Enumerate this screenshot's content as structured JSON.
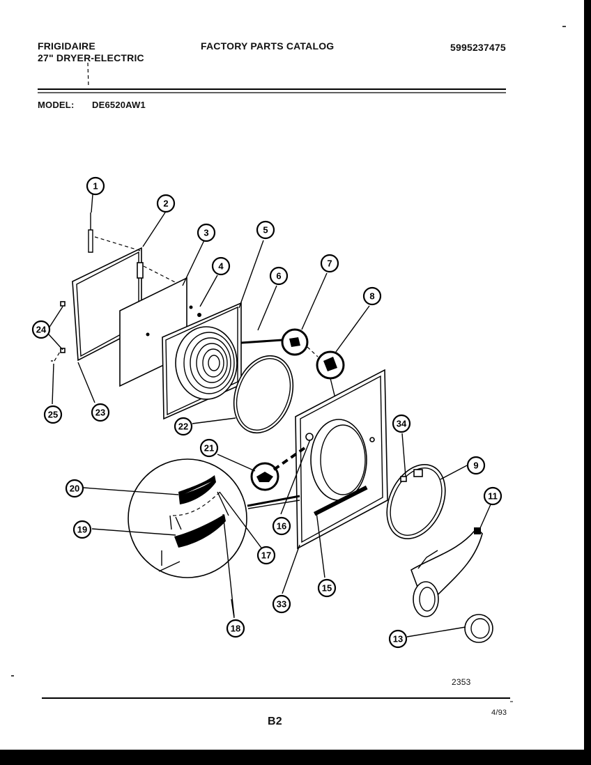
{
  "header": {
    "brand": "FRIGIDAIRE",
    "product": "27\" DRYER-ELECTRIC",
    "catalog_title": "FACTORY PARTS CATALOG",
    "catalog_number": "5995237475",
    "model_label": "MODEL:",
    "model_value": "DE6520AW1"
  },
  "diagram": {
    "drawing_number": "2353",
    "callouts": [
      "1",
      "2",
      "3",
      "4",
      "5",
      "6",
      "7",
      "8",
      "9",
      "11",
      "13",
      "15",
      "16",
      "17",
      "18",
      "19",
      "20",
      "21",
      "22",
      "23",
      "24",
      "25",
      "33",
      "34"
    ]
  },
  "footer": {
    "page": "B2",
    "date": "4/93"
  }
}
